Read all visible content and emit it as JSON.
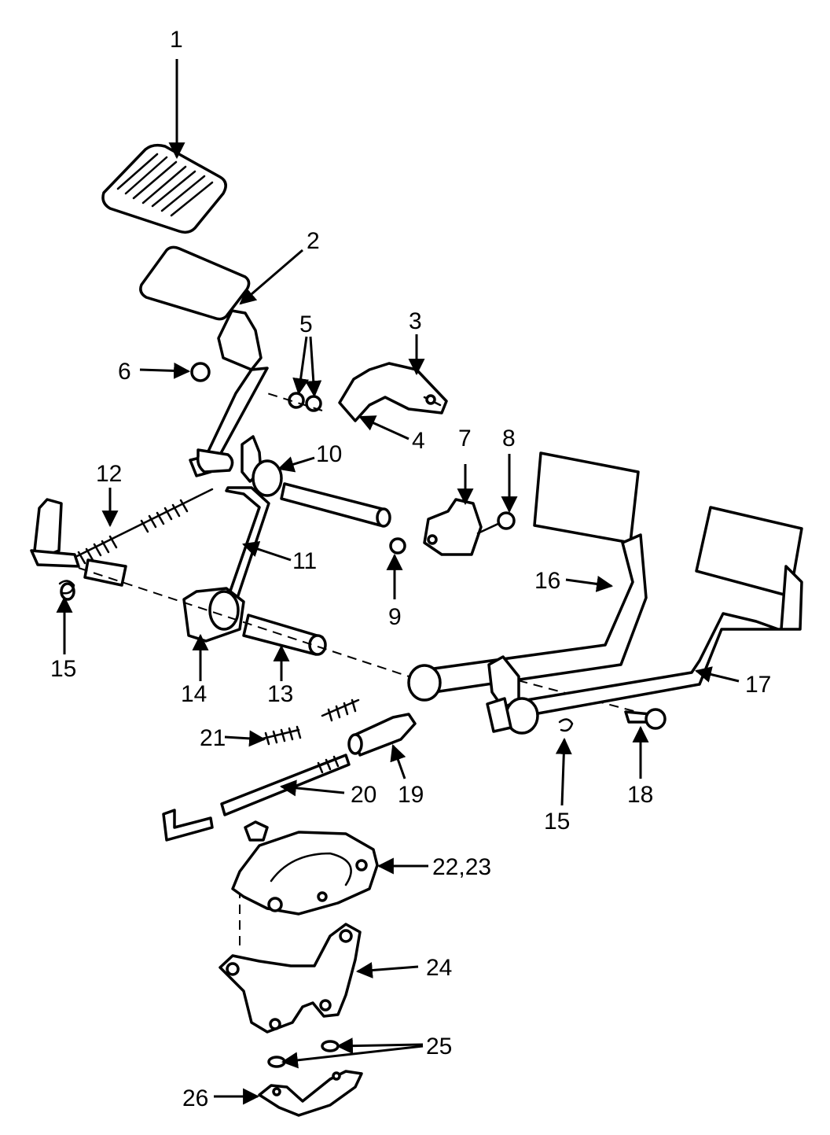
{
  "colors": {
    "line": "#000000",
    "background": "#ffffff"
  },
  "callouts": [
    {
      "id": "c1",
      "label": "1"
    },
    {
      "id": "c2",
      "label": "2"
    },
    {
      "id": "c3",
      "label": "3"
    },
    {
      "id": "c4",
      "label": "4"
    },
    {
      "id": "c5",
      "label": "5"
    },
    {
      "id": "c6",
      "label": "6"
    },
    {
      "id": "c7",
      "label": "7"
    },
    {
      "id": "c8",
      "label": "8"
    },
    {
      "id": "c9",
      "label": "9"
    },
    {
      "id": "c10",
      "label": "10"
    },
    {
      "id": "c11",
      "label": "11"
    },
    {
      "id": "c12",
      "label": "12"
    },
    {
      "id": "c13",
      "label": "13"
    },
    {
      "id": "c14",
      "label": "14"
    },
    {
      "id": "c15a",
      "label": "15"
    },
    {
      "id": "c15b",
      "label": "15"
    },
    {
      "id": "c16",
      "label": "16"
    },
    {
      "id": "c17",
      "label": "17"
    },
    {
      "id": "c18",
      "label": "18"
    },
    {
      "id": "c19",
      "label": "19"
    },
    {
      "id": "c20",
      "label": "20"
    },
    {
      "id": "c21",
      "label": "21"
    },
    {
      "id": "c2223",
      "label": "22,23"
    },
    {
      "id": "c24",
      "label": "24"
    },
    {
      "id": "c25",
      "label": "25"
    },
    {
      "id": "c26",
      "label": "26"
    }
  ]
}
